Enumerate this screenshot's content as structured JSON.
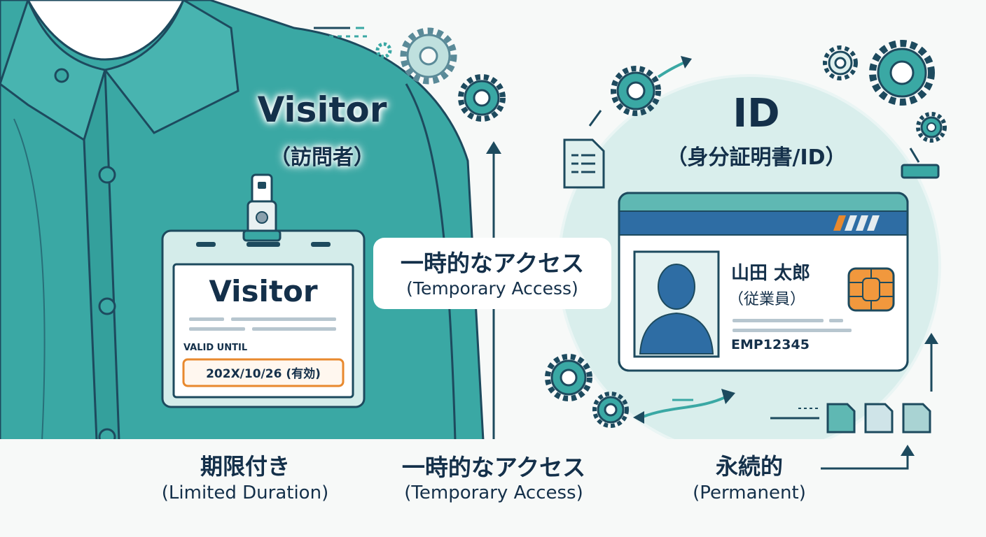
{
  "visitor": {
    "title": "Visitor",
    "subtitle": "（訪問者）",
    "badge": {
      "heading": "Visitor",
      "valid_label": "VALID UNTIL",
      "valid_date": "202X/10/26 (有効)"
    }
  },
  "id": {
    "title": "ID",
    "subtitle": "（身分証明書/ID）",
    "card": {
      "name": "山田 太郎",
      "role": "（従業員）",
      "employee_number": "EMP12345"
    }
  },
  "center_bubble": {
    "jp": "一時的なアクセス",
    "en": "(Temporary Access)"
  },
  "footer": {
    "left": {
      "jp": "期限付き",
      "en": "(Limited Duration)"
    },
    "middle": {
      "jp": "一時的なアクセス",
      "en": "(Temporary Access)"
    },
    "right": {
      "jp": "永続的",
      "en": "(Permanent)"
    }
  },
  "icons": [
    "gear-icon",
    "document-icon",
    "arrow-icon",
    "person-silhouette-icon",
    "chip-icon",
    "clip-icon"
  ],
  "colors": {
    "shirt": "#3aa8a4",
    "shirt_outline": "#1d4a5e",
    "navy": "#14304a",
    "card_stripe": "#2e6da4",
    "accent_orange": "#e8892e",
    "pale_teal": "#d6ecea"
  }
}
